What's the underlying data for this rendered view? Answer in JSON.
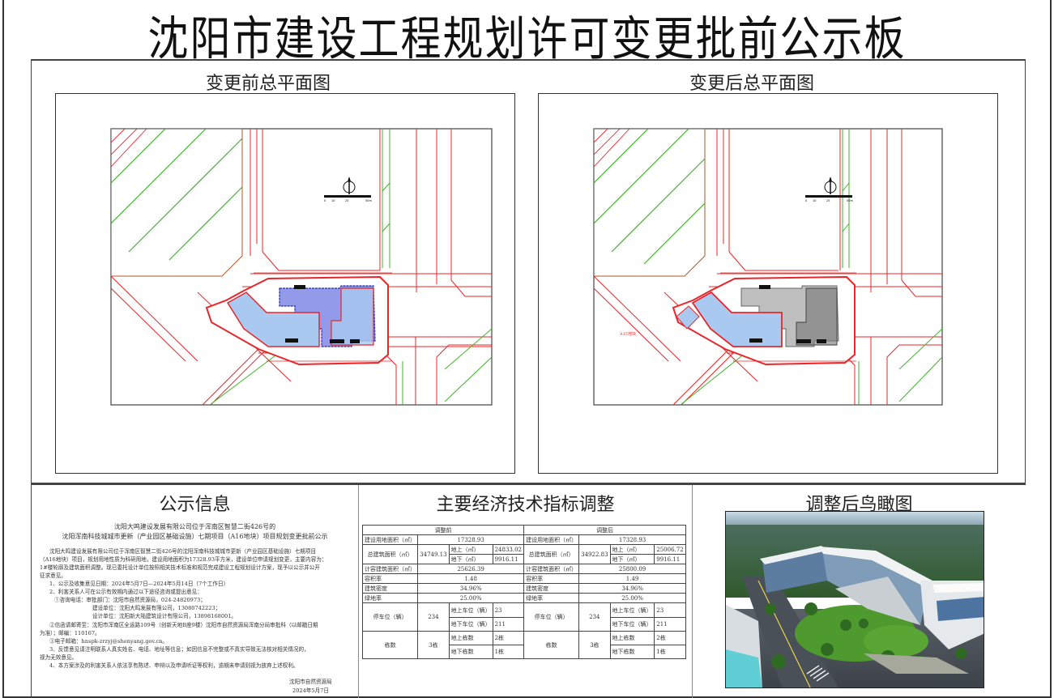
{
  "board": {
    "title": "沈阳市建设工程规划许可变更批前公示板"
  },
  "plans": {
    "before": {
      "title": "变更前总平面图",
      "scale_bar": {
        "ticks": [
          "0",
          "10",
          "25",
          "50m"
        ]
      },
      "north_arrow": "north-arrow"
    },
    "after": {
      "title": "变更后总平面图",
      "scale_bar": {
        "ticks": [
          "0",
          "10",
          "25",
          "50m"
        ]
      },
      "north_arrow": "north-arrow",
      "plot_label": "A15地块"
    }
  },
  "info": {
    "title": "公示信息",
    "subtitle_1": "沈阳大鸣建设发展有限公司位于浑南区智慧二街426号的",
    "subtitle_2": "沈阳浑南科技城城市更新（产业园区基础设施）七期项目（A16地块）项目规划变更批前公示",
    "lines": [
      "沈阳大鸣建设发展有限公司位于浑南区智慧二街426号的沈阳浑南科技城城市更新（产业园区基础设施）七期项目",
      "（A16地块）项目，规划用地性质为科研用地，建设用地面积为17328.93平方米，建设单位申请规划变更，主要内容为：",
      "1#楼轮廓及建筑面积调整。现已委托设计单位按照相关技术标准和规范完成建设工程规划设计方案，现予以公示并公开",
      "征求意见。",
      "1、公示及收集意见日期：2024年5月7日—2024年5月14日（7个工作日）",
      "2、利害关系人可在公示有效期内通过以下途径咨询或提出意见：",
      "①咨询电话：审批部门：沈阳市自然资源局，024-24820973；",
      "建设单位：沈阳大鸣发展有限公司，13080742223；",
      "设计单位：沈阳新大陆建筑设计有限公司，13898168001。",
      "②信函请邮寄至：沈阳市浑南区全运路109号（创新天地B座9楼）沈阳市自然资源局浑南分局审批科（以邮戳日期",
      "为准）；邮编：110167。",
      "③电子邮箱：hnspk-zrzyj@shenyang.gov.cn。",
      "3、反馈意见请注明联系人真实姓名、电话、地址等信息；如因信息不完整或不真实导致无法核对相关情况的，",
      "视为无效意见。",
      "4、本方案涉及的利害关系人依法享有陈述、申辩以及申请听证等权利，逾期未申请则视为放弃上述权利。"
    ],
    "signature_org": "沈阳市自然资源局",
    "signature_date": "2024年5月7日"
  },
  "tech": {
    "title": "主要经济技术指标调整",
    "before_header": "调整前",
    "after_header": "调整后",
    "rows": {
      "land_area_label": "建设用地面积（㎡）",
      "land_area_before": "17328.93",
      "land_area_after": "17328.93",
      "total_area_label": "总建筑面积（㎡）",
      "total_area_before": "34749.13",
      "total_area_after": "34922.83",
      "above_label": "地上（㎡）",
      "below_label": "地下（㎡）",
      "above_before": "24833.02",
      "below_before": "9916.11",
      "above_after": "25006.72",
      "below_after": "9916.11",
      "far_area_label": "计容建筑面积（㎡）",
      "far_area_before": "25626.39",
      "far_area_after": "25800.09",
      "far_label": "容积率",
      "far_before": "1.48",
      "far_after": "1.49",
      "density_label": "建筑密度",
      "density_before": "34.96%",
      "density_after": "34.96%",
      "green_label": "绿地率",
      "green_before": "25.00%",
      "green_after": "25.00%",
      "parking_label": "停车位（辆）",
      "parking_before": "234",
      "parking_after": "234",
      "parking_above_label": "地上车位（辆）",
      "parking_below_label": "地下车位（辆）",
      "parking_above_before": "23",
      "parking_below_before": "211",
      "parking_above_after": "23",
      "parking_below_after": "211",
      "buildings_label": "栋数",
      "buildings_before": "3栋",
      "buildings_after": "3栋",
      "bld_above_label": "地上栋数",
      "bld_below_label": "地下栋数",
      "bld_above_before": "2栋",
      "bld_below_before": "1栋",
      "bld_above_after": "2栋",
      "bld_below_after": "1栋"
    }
  },
  "aerial": {
    "title": "调整后鸟瞰图",
    "image": "aerial-rendering"
  },
  "colors": {
    "road_red": "#e8262a",
    "green_hatch": "#3fb52a",
    "building_blue": "#2a3bd0",
    "building_lightblue": "#a9c9f0",
    "building_gray": "#8a8a8a"
  }
}
